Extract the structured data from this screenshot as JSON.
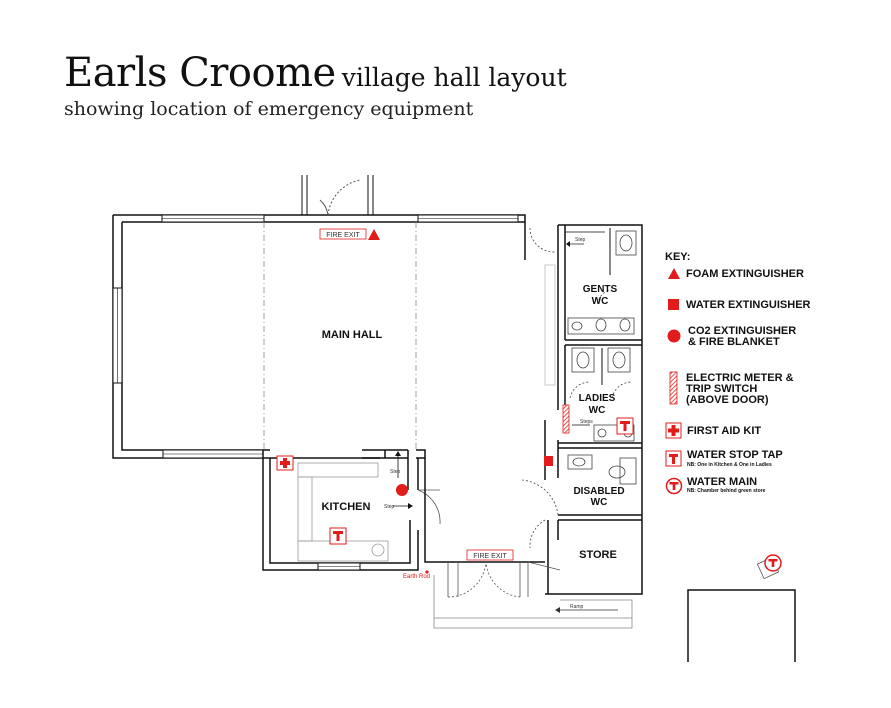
{
  "title": {
    "main": "Earls Croome",
    "sub": "village hall layout",
    "line2": "showing location of emergency equipment"
  },
  "rooms": {
    "main_hall": "MAIN HALL",
    "kitchen": "KITCHEN",
    "gents_1": "GENTS",
    "gents_2": "WC",
    "ladies_1": "LADIES",
    "ladies_2": "WC",
    "disabled_1": "DISABLED",
    "disabled_2": "WC",
    "store": "STORE"
  },
  "labels": {
    "fire_exit_top": "FIRE EXIT",
    "fire_exit_bottom": "FIRE EXIT",
    "step_gents": "Step",
    "steps_ladies": "Steps",
    "step_kitchen_1": "Step",
    "step_kitchen_2": "Step",
    "ramp": "Ramp",
    "earth_rod": "Earth Rod"
  },
  "key": {
    "heading": "KEY:",
    "items": [
      {
        "label": "FOAM EXTINGUISHER",
        "icon": "triangle"
      },
      {
        "label": "WATER EXTINGUISHER",
        "icon": "square"
      },
      {
        "label_1": "CO2 EXTINGUISHER",
        "label_2": "& FIRE BLANKET",
        "icon": "circle"
      },
      {
        "label_1": "ELECTRIC METER &",
        "label_2": "TRIP SWITCH",
        "label_3": "(ABOVE DOOR)",
        "icon": "hatched-bar"
      },
      {
        "label": "FIRST AID KIT",
        "icon": "cross"
      },
      {
        "label": "WATER STOP TAP",
        "note": "NB: One in Kitchen & One in Ladies",
        "icon": "tap-square"
      },
      {
        "label": "WATER MAIN",
        "note": "NB: Chamber behind green store",
        "icon": "tap-circle"
      }
    ]
  },
  "colors": {
    "accent_red": "#e21b1b",
    "wall": "#111111",
    "fixture": "#777777"
  }
}
